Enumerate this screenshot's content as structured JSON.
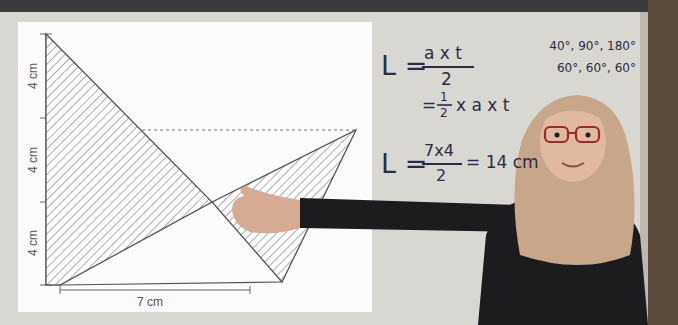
{
  "diagram": {
    "labels": [
      "4 cm",
      "4 cm",
      "4 cm",
      "7 cm",
      "L =",
      "a x t",
      "2",
      "=",
      "1",
      "2",
      "x a x t",
      "L =",
      "7x4",
      "2",
      "= 14 cm",
      "40°, 90°, 180°",
      "60°, 60°, 60°"
    ]
  }
}
